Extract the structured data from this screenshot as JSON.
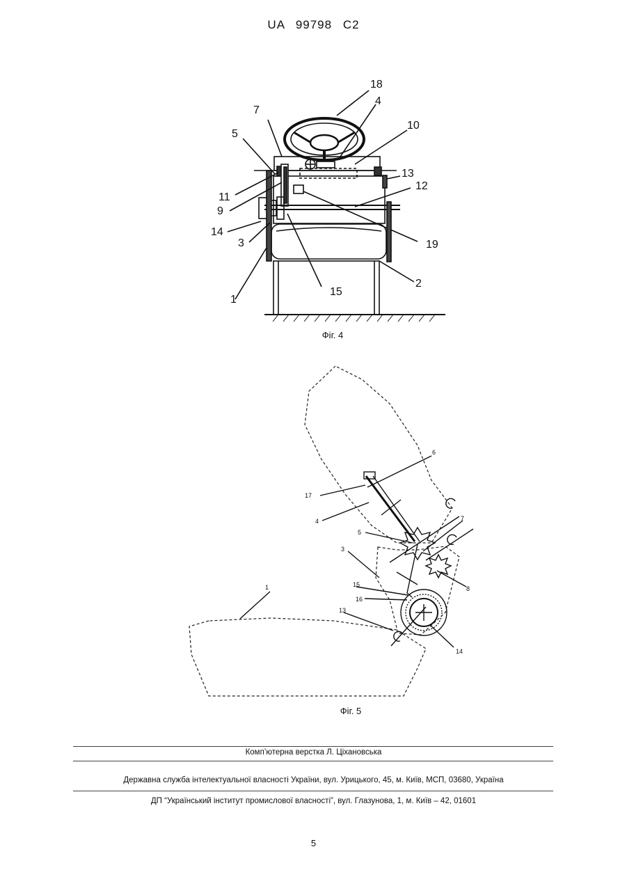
{
  "header": {
    "patent_number": "UA 99798 C2"
  },
  "figure4": {
    "caption": "Фіг. 4",
    "labels": {
      "l18": "18",
      "l7": "7",
      "l4": "4",
      "l10": "10",
      "l5": "5",
      "l13": "13",
      "l12": "12",
      "l11": "11",
      "l9": "9",
      "l14": "14",
      "l3": "3",
      "l19": "19",
      "l2": "2",
      "l1": "1",
      "l15": "15"
    }
  },
  "figure5": {
    "caption": "Фіг. 5",
    "labels": {
      "l6": "6",
      "l17": "17",
      "l4": "4",
      "l7": "7",
      "l5": "5",
      "l3": "3",
      "l8": "8",
      "l15": "15",
      "l16": "16",
      "l1": "1",
      "l13": "13",
      "l14": "14"
    }
  },
  "footer": {
    "layout": "Комп’ютерна верстка Л. Ціхановська",
    "agency": "Державна служба інтелектуальної власності України, вул. Урицького, 45, м. Київ, МСП, 03680, Україна",
    "institute": "ДП “Український інститут промислової власності”, вул. Глазунова, 1, м. Київ – 42, 01601"
  },
  "page_number": "5"
}
